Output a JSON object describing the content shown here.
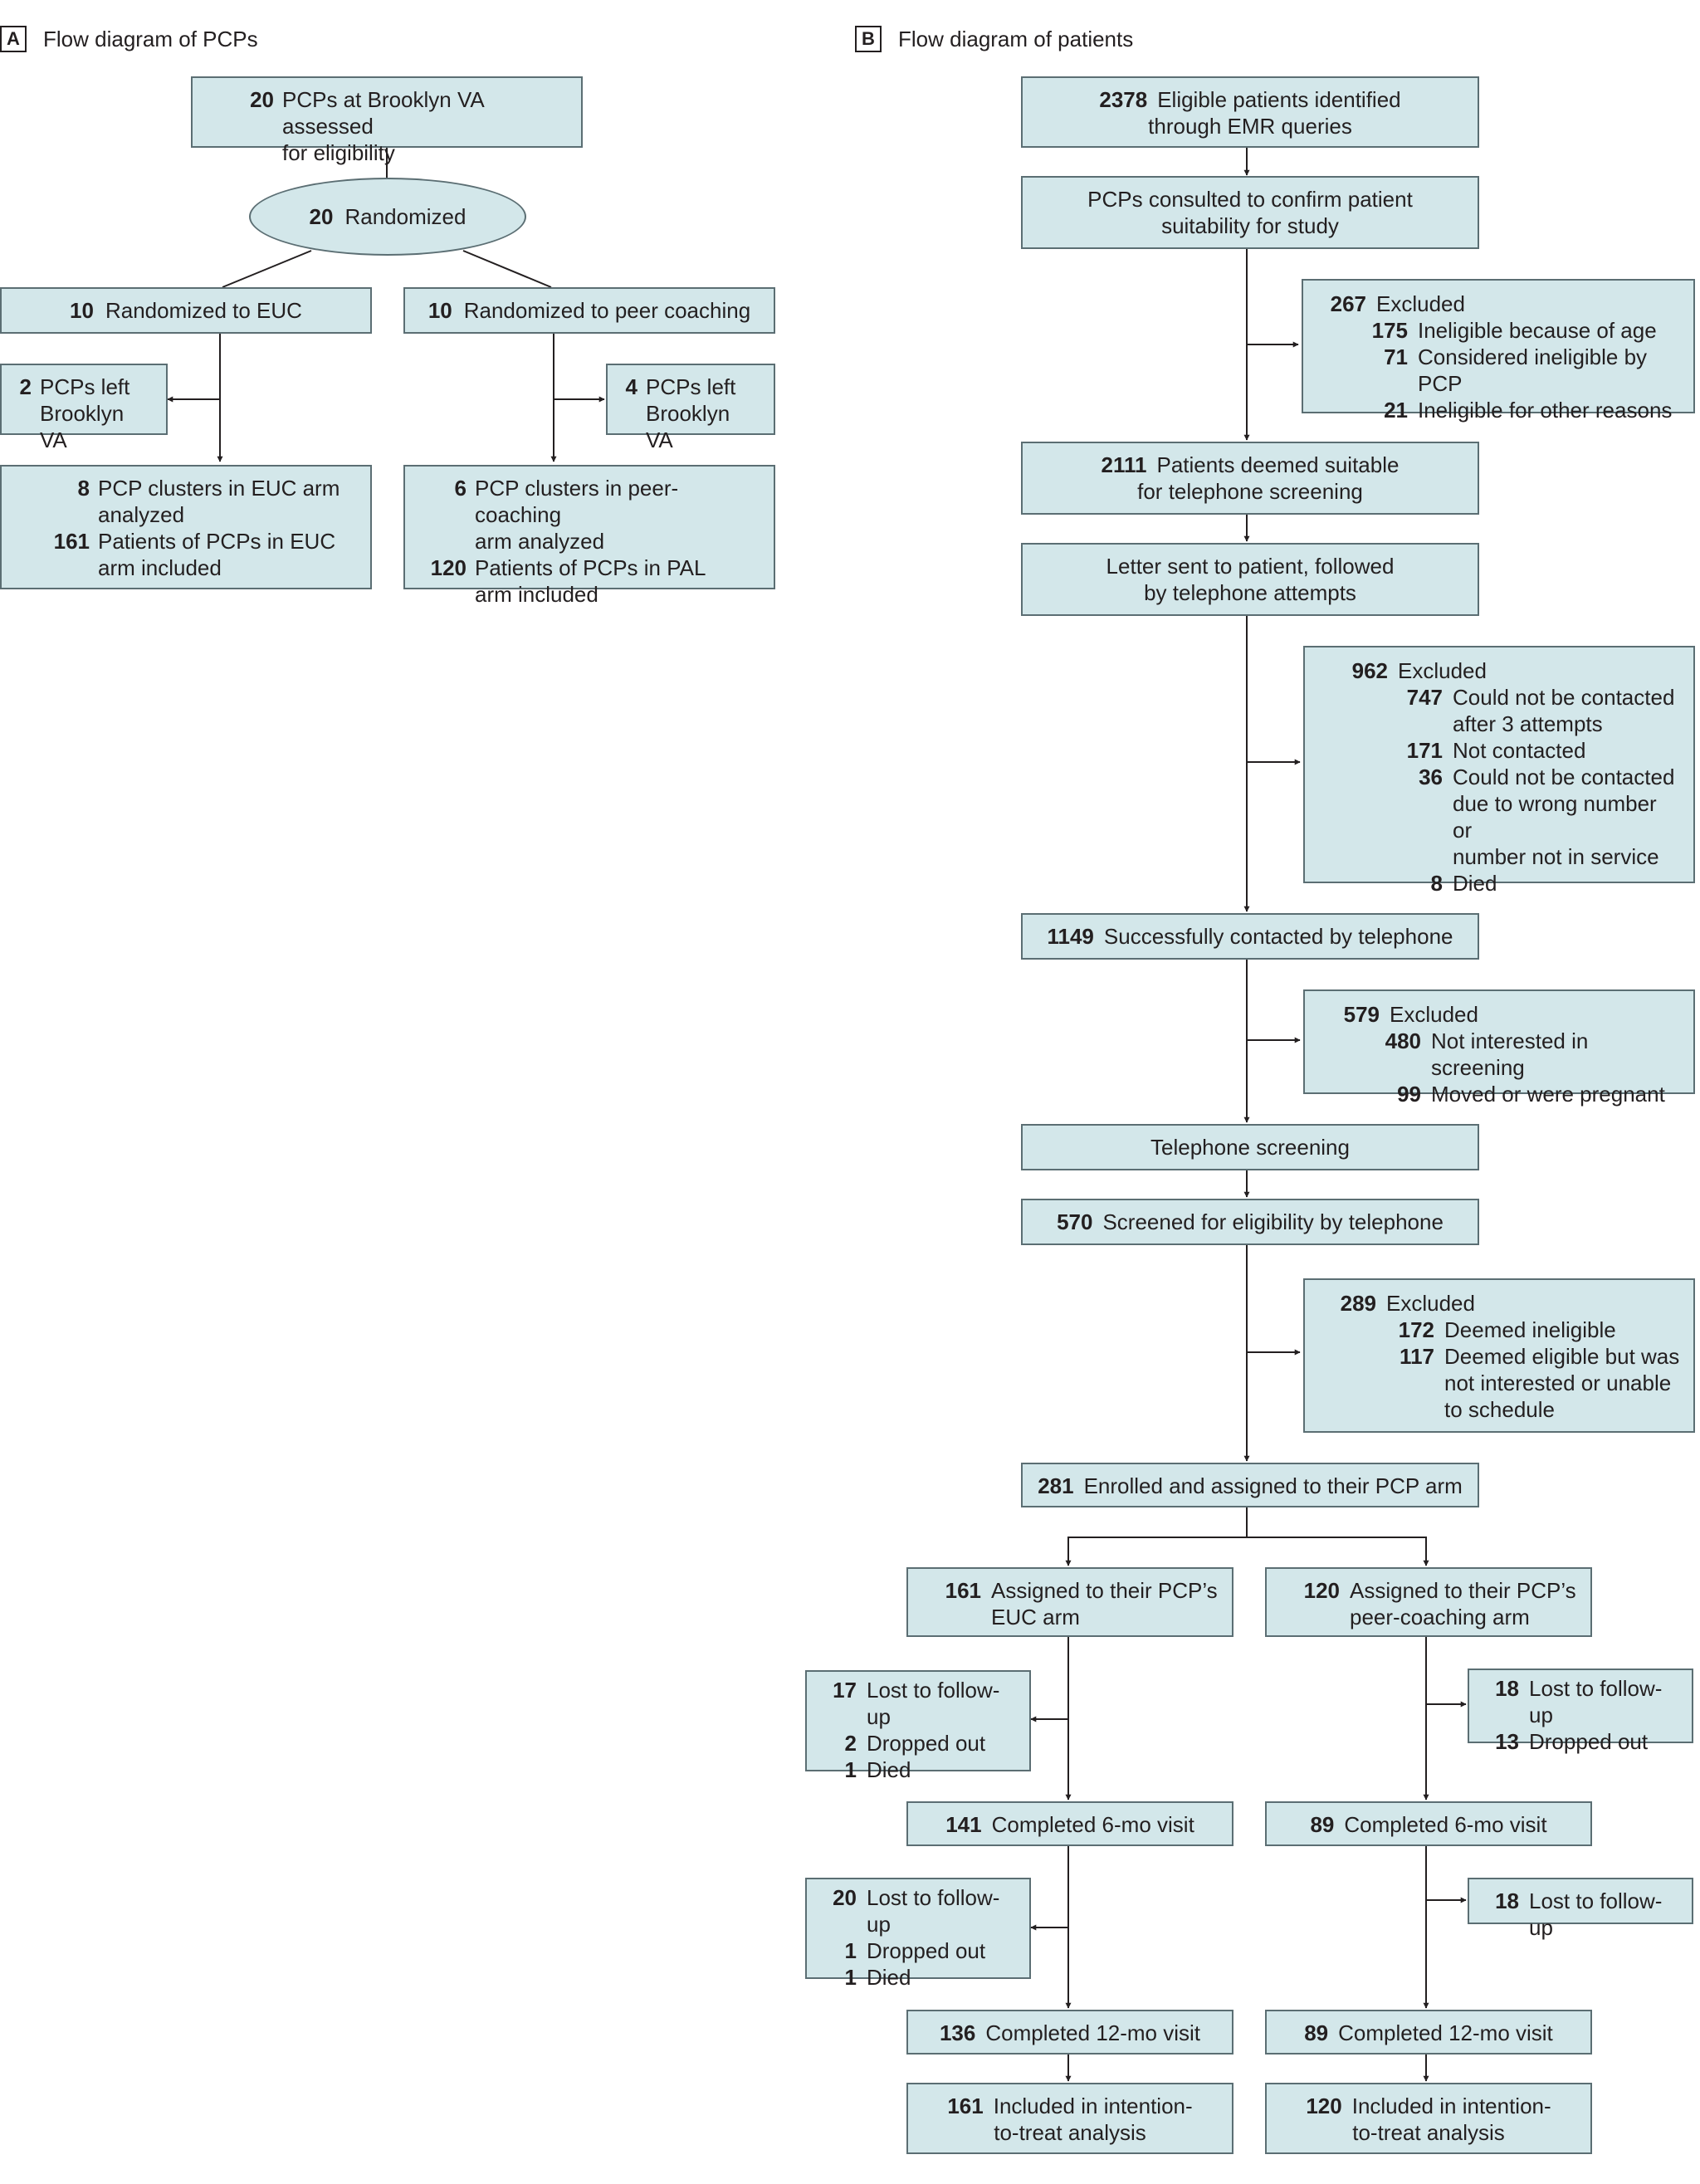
{
  "panel_a": {
    "letter": "A",
    "title": "Flow diagram of PCPs",
    "assessed": {
      "num": "20",
      "line1": "PCPs at Brooklyn VA assessed",
      "line2": "for eligibility"
    },
    "randomized": {
      "num": "20",
      "label": "Randomized"
    },
    "euc": {
      "num": "10",
      "label": "Randomized to EUC"
    },
    "peer": {
      "num": "10",
      "label": "Randomized to peer coaching"
    },
    "euc_left": {
      "num": "2",
      "line1": "PCPs left",
      "line2": "Brooklyn VA"
    },
    "peer_left": {
      "num": "4",
      "line1": "PCPs left",
      "line2": "Brooklyn VA"
    },
    "euc_analyzed": [
      {
        "num": "8",
        "line1": "PCP clusters in EUC arm",
        "line2": "analyzed"
      },
      {
        "num": "161",
        "line1": "Patients of PCPs in EUC",
        "line2": "arm included"
      }
    ],
    "peer_analyzed": [
      {
        "num": "6",
        "line1": "PCP clusters in peer-coaching",
        "line2": "arm analyzed"
      },
      {
        "num": "120",
        "line1": "Patients of PCPs in PAL",
        "line2": "arm included"
      }
    ]
  },
  "panel_b": {
    "letter": "B",
    "title": "Flow diagram of patients",
    "eligible": {
      "num": "2378",
      "line1": "Eligible patients identified",
      "line2": "through EMR queries"
    },
    "consulted": {
      "line1": "PCPs consulted to confirm patient",
      "line2": "suitability for study"
    },
    "excluded1": {
      "num": "267",
      "label": "Excluded",
      "items": [
        {
          "num": "175",
          "text": "Ineligible because of age"
        },
        {
          "num": "71",
          "text": "Considered ineligible by PCP"
        },
        {
          "num": "21",
          "text": "Ineligible for other reasons"
        }
      ]
    },
    "suitable": {
      "num": "2111",
      "line1": "Patients deemed suitable",
      "line2": "for telephone screening"
    },
    "letter_sent": {
      "line1": "Letter sent to patient, followed",
      "line2": "by telephone attempts"
    },
    "excluded2": {
      "num": "962",
      "label": "Excluded",
      "items": [
        {
          "num": "747",
          "lines": [
            "Could not be contacted",
            "after 3 attempts"
          ]
        },
        {
          "num": "171",
          "lines": [
            "Not contacted"
          ]
        },
        {
          "num": "36",
          "lines": [
            "Could not be contacted",
            "due to wrong number or",
            "number not in service"
          ]
        },
        {
          "num": "8",
          "lines": [
            "Died"
          ]
        }
      ]
    },
    "contacted": {
      "num": "1149",
      "label": "Successfully contacted by telephone"
    },
    "excluded3": {
      "num": "579",
      "label": "Excluded",
      "items": [
        {
          "num": "480",
          "text": "Not interested in screening"
        },
        {
          "num": "99",
          "text": "Moved or were pregnant"
        }
      ]
    },
    "tel_screening": {
      "label": "Telephone screening"
    },
    "screened": {
      "num": "570",
      "label": "Screened for eligibility by telephone"
    },
    "excluded4": {
      "num": "289",
      "label": "Excluded",
      "items": [
        {
          "num": "172",
          "lines": [
            "Deemed ineligible"
          ]
        },
        {
          "num": "117",
          "lines": [
            "Deemed eligible but was",
            "not interested or unable",
            "to schedule"
          ]
        }
      ]
    },
    "enrolled": {
      "num": "281",
      "label": "Enrolled and assigned to their PCP arm"
    },
    "euc_assigned": {
      "num": "161",
      "line1": "Assigned to their PCP’s",
      "line2": "EUC arm"
    },
    "peer_assigned": {
      "num": "120",
      "line1": "Assigned to their PCP’s",
      "line2": "peer-coaching arm"
    },
    "euc_loss6": [
      {
        "num": "17",
        "text": "Lost to follow-up"
      },
      {
        "num": "2",
        "text": "Dropped out"
      },
      {
        "num": "1",
        "text": "Died"
      }
    ],
    "peer_loss6": [
      {
        "num": "18",
        "text": "Lost to follow-up"
      },
      {
        "num": "13",
        "text": "Dropped out"
      }
    ],
    "euc_6mo": {
      "num": "141",
      "label": "Completed 6-mo visit"
    },
    "peer_6mo": {
      "num": "89",
      "label": "Completed 6-mo visit"
    },
    "euc_loss12": [
      {
        "num": "20",
        "text": "Lost to follow-up"
      },
      {
        "num": "1",
        "text": "Dropped out"
      },
      {
        "num": "1",
        "text": "Died"
      }
    ],
    "peer_loss12": [
      {
        "num": "18",
        "text": "Lost to follow-up"
      }
    ],
    "euc_12mo": {
      "num": "136",
      "label": "Completed 12-mo visit"
    },
    "peer_12mo": {
      "num": "89",
      "label": "Completed 12-mo visit"
    },
    "euc_itt": {
      "num": "161",
      "line1": "Included in intention-",
      "line2": "to-treat analysis"
    },
    "peer_itt": {
      "num": "120",
      "line1": "Included in intention-",
      "line2": "to-treat analysis"
    }
  }
}
